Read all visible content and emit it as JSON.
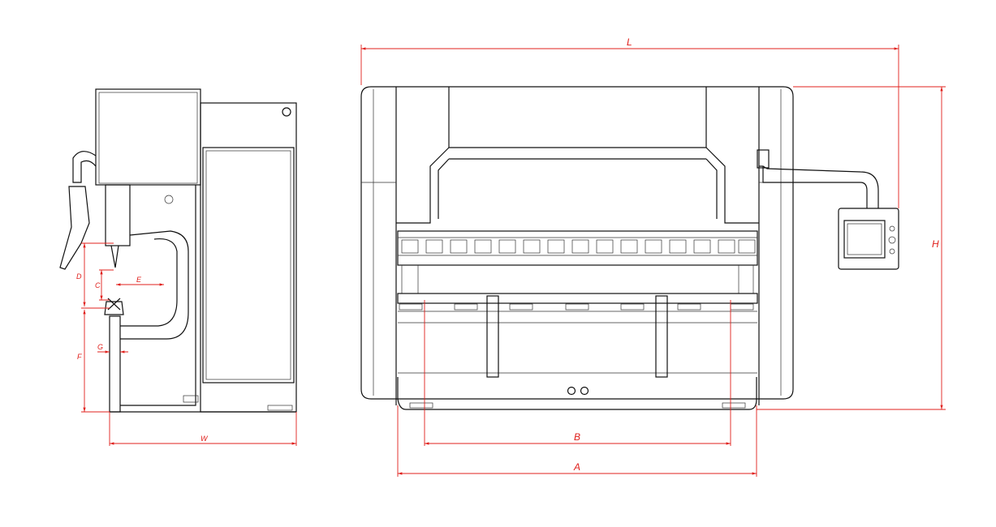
{
  "drawing": {
    "title": "Press brake general dimensions",
    "side_view": {
      "dimensions": {
        "D": "D",
        "C": "C",
        "E": "E",
        "F": "F",
        "G": "G",
        "W": "W"
      }
    },
    "front_view": {
      "dimensions": {
        "L": "L",
        "H": "H",
        "A": "A",
        "B": "B"
      }
    },
    "colors": {
      "outline": "#111111",
      "dimension": "#e0201c"
    }
  }
}
